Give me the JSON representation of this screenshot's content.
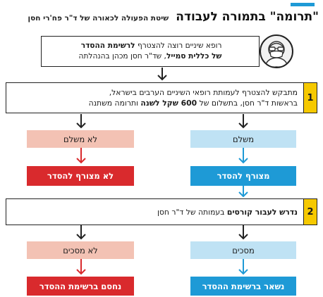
{
  "title": {
    "main": "\"תרומה\" בתמורה לעבודה",
    "subtitle": "שיטת הפעולה לכאורה של ד\"ר פח'רי חסן"
  },
  "intro": {
    "line1_plain": "רופא שיניים רוצה להצטרף ",
    "line1_bold": "לרשימת ההסדר",
    "line2_bold": "של כללית סמייל",
    "line2_plain": ", שד\"ר חסן מכהן בהנהלתה"
  },
  "step1": {
    "number": "1",
    "line1": "מתבקש להצטרף לעמותת רופאי השיניים הערבים בישראל,",
    "line2_plain_a": "בראשות ד\"ר חסן, בתשלום של ",
    "line2_bold": "600 שקל לשנה",
    "line2_plain_b": " ותרומה משתנה"
  },
  "branch1": {
    "paid": "משלם",
    "not_paid": "לא משלם",
    "joined": "מצורף להסדר",
    "not_joined": "לא מצורף להסדר"
  },
  "step2": {
    "number": "2",
    "text_bold": "נדרש לעבור קורסים",
    "text_plain": " בעמותה של ד\"ר חסן"
  },
  "branch2": {
    "agrees": "מסכים",
    "disagrees": "לא מסכים",
    "stays": "נשאר ברשימת ההסדר",
    "blocked": "נחסם ברשימת ההסדר"
  },
  "colors": {
    "accent_blue": "#1e9ad6",
    "light_blue": "#bfe2f4",
    "accent_red": "#d92a2d",
    "light_red": "#f3c2b4",
    "step_yellow": "#f6c900"
  }
}
